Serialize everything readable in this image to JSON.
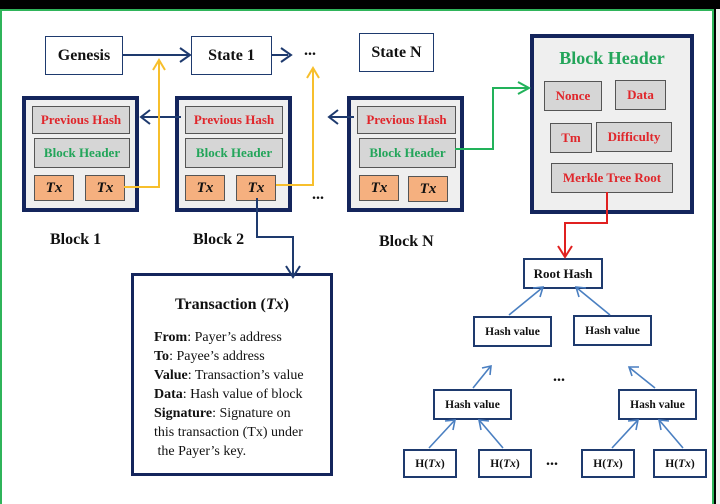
{
  "states": {
    "genesis": "Genesis",
    "state1": "State 1",
    "ellipsis": "...",
    "stateN": "State N"
  },
  "blocks": [
    {
      "label": "Block 1",
      "previous_hash": "Previous Hash",
      "block_header": "Block Header",
      "tx": [
        "Tx",
        "Tx"
      ]
    },
    {
      "label": "Block 2",
      "previous_hash": "Previous Hash",
      "block_header": "Block Header",
      "tx": [
        "Tx",
        "Tx"
      ]
    },
    {
      "label": "Block N",
      "previous_hash": "Previous Hash",
      "block_header": "Block Header",
      "tx": [
        "Tx",
        "Tx"
      ]
    }
  ],
  "block_ellipsis": "...",
  "block_header_detail": {
    "title": "Block Header",
    "fields": {
      "nonce": "Nonce",
      "data": "Data",
      "tm": "Tm",
      "difficulty": "Difficulty",
      "merkle_root": "Merkle Tree Root"
    }
  },
  "transaction": {
    "title_prefix": "Transaction (",
    "title_italic": "Tx",
    "title_suffix": ")",
    "fields": [
      {
        "key": "From",
        "value": ": Payer’s address"
      },
      {
        "key": "To",
        "value": ": Payee’s address"
      },
      {
        "key": "Value",
        "value": ": Transaction’s value"
      },
      {
        "key": "Data",
        "value": ": Hash value of block"
      },
      {
        "key": "Signature",
        "value": ": Signature on"
      }
    ],
    "continuation": [
      "this transaction (Tx) under",
      " the Payer’s key."
    ]
  },
  "merkle_tree": {
    "root": "Root Hash",
    "level1": [
      "Hash value",
      "Hash value"
    ],
    "level2": [
      "Hash value",
      "Hash value"
    ],
    "leaf_prefix": "H(",
    "leaf_italic": "Tx",
    "leaf_suffix": ")",
    "ellipsis": "..."
  },
  "colors": {
    "frame_green": "#2fb45a",
    "navy": "#14255c",
    "red_text": "#e0262b",
    "green_text": "#23a55a",
    "tx_orange": "#f5b07f",
    "yellow_wire": "#f7bf2c",
    "green_wire": "#22b25a",
    "red_wire": "#e02020",
    "tree_arrow": "#4a7fc1"
  }
}
